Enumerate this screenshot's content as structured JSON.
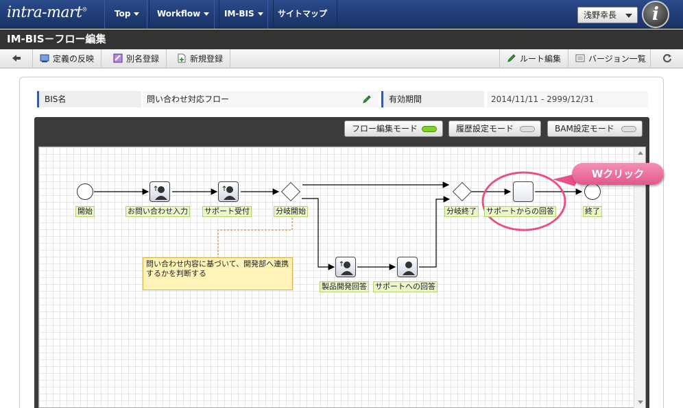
{
  "app": {
    "logo_text": "intra-mart",
    "logo_mark": "®",
    "nav": [
      {
        "label": "Top"
      },
      {
        "label": "Workflow"
      },
      {
        "label": "IM-BIS"
      },
      {
        "label": "サイトマップ"
      }
    ],
    "user_name": "浅野幸長",
    "brand_icon_letter": "i"
  },
  "page": {
    "title": "IM-BIS－フロー編集"
  },
  "toolbar": {
    "back_icon": "arrow-left-icon",
    "reflect_label": "定義の反映",
    "alias_label": "別名登録",
    "new_label": "新規登録",
    "route_edit_label": "ルート編集",
    "version_list_label": "バージョン一覧",
    "refresh_icon": "refresh-icon"
  },
  "info": {
    "bis_name_label": "BIS名",
    "bis_name_value": "問い合わせ対応フロー",
    "edit_icon": "pencil-icon",
    "period_label": "有効期間",
    "period_value": "2014/11/11 - 2999/12/31"
  },
  "modes": [
    {
      "label": "フロー編集モード",
      "active": true
    },
    {
      "label": "履歴設定モード",
      "active": false
    },
    {
      "label": "BAM設定モード",
      "active": false
    }
  ],
  "flow": {
    "nodes": {
      "start": "開始",
      "inquiry_input": "お問い合わせ入力",
      "support_accept": "サポート受付",
      "branch_start": "分岐開始",
      "product_dev_answer": "製品開発回答",
      "answer_to_support": "サポートへの回答",
      "branch_end": "分岐終了",
      "answer_from_support": "サポートからの回答",
      "end": "終了"
    },
    "note": "問い合わせ内容に基づいて、開発部へ連携するかを判断する"
  },
  "callout": {
    "text": "Wクリック",
    "highlight_color": "#e8508a"
  },
  "colors": {
    "nav_bg": "#1a3366",
    "accent_green": "#7ed321",
    "label_bg": "#eaf5c9",
    "note_bg": "#fff3b8"
  }
}
